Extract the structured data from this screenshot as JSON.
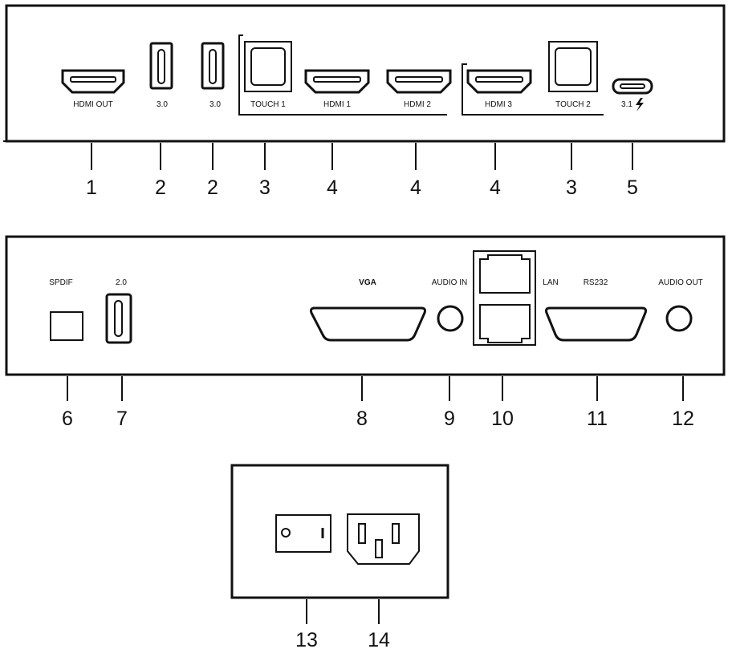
{
  "panel1": {
    "labels": {
      "hdmi_out": "HDMI OUT",
      "usb_a": "3.0",
      "usb_b": "3.0",
      "touch1": "TOUCH 1",
      "hdmi1": "HDMI 1",
      "hdmi2": "HDMI 2",
      "hdmi3": "HDMI 3",
      "touch2": "TOUCH 2",
      "usbc": "3.1"
    },
    "numbers": [
      "1",
      "2",
      "2",
      "3",
      "4",
      "4",
      "4",
      "3",
      "5"
    ]
  },
  "panel2": {
    "labels": {
      "spdif": "SPDIF",
      "usb2": "2.0",
      "vga": "VGA",
      "audio_in": "AUDIO IN",
      "lan": "LAN",
      "rs232": "RS232",
      "audio_out": "AUDIO OUT"
    },
    "numbers": [
      "6",
      "7",
      "8",
      "9",
      "10",
      "11",
      "12"
    ]
  },
  "panel3": {
    "numbers": [
      "13",
      "14"
    ]
  }
}
